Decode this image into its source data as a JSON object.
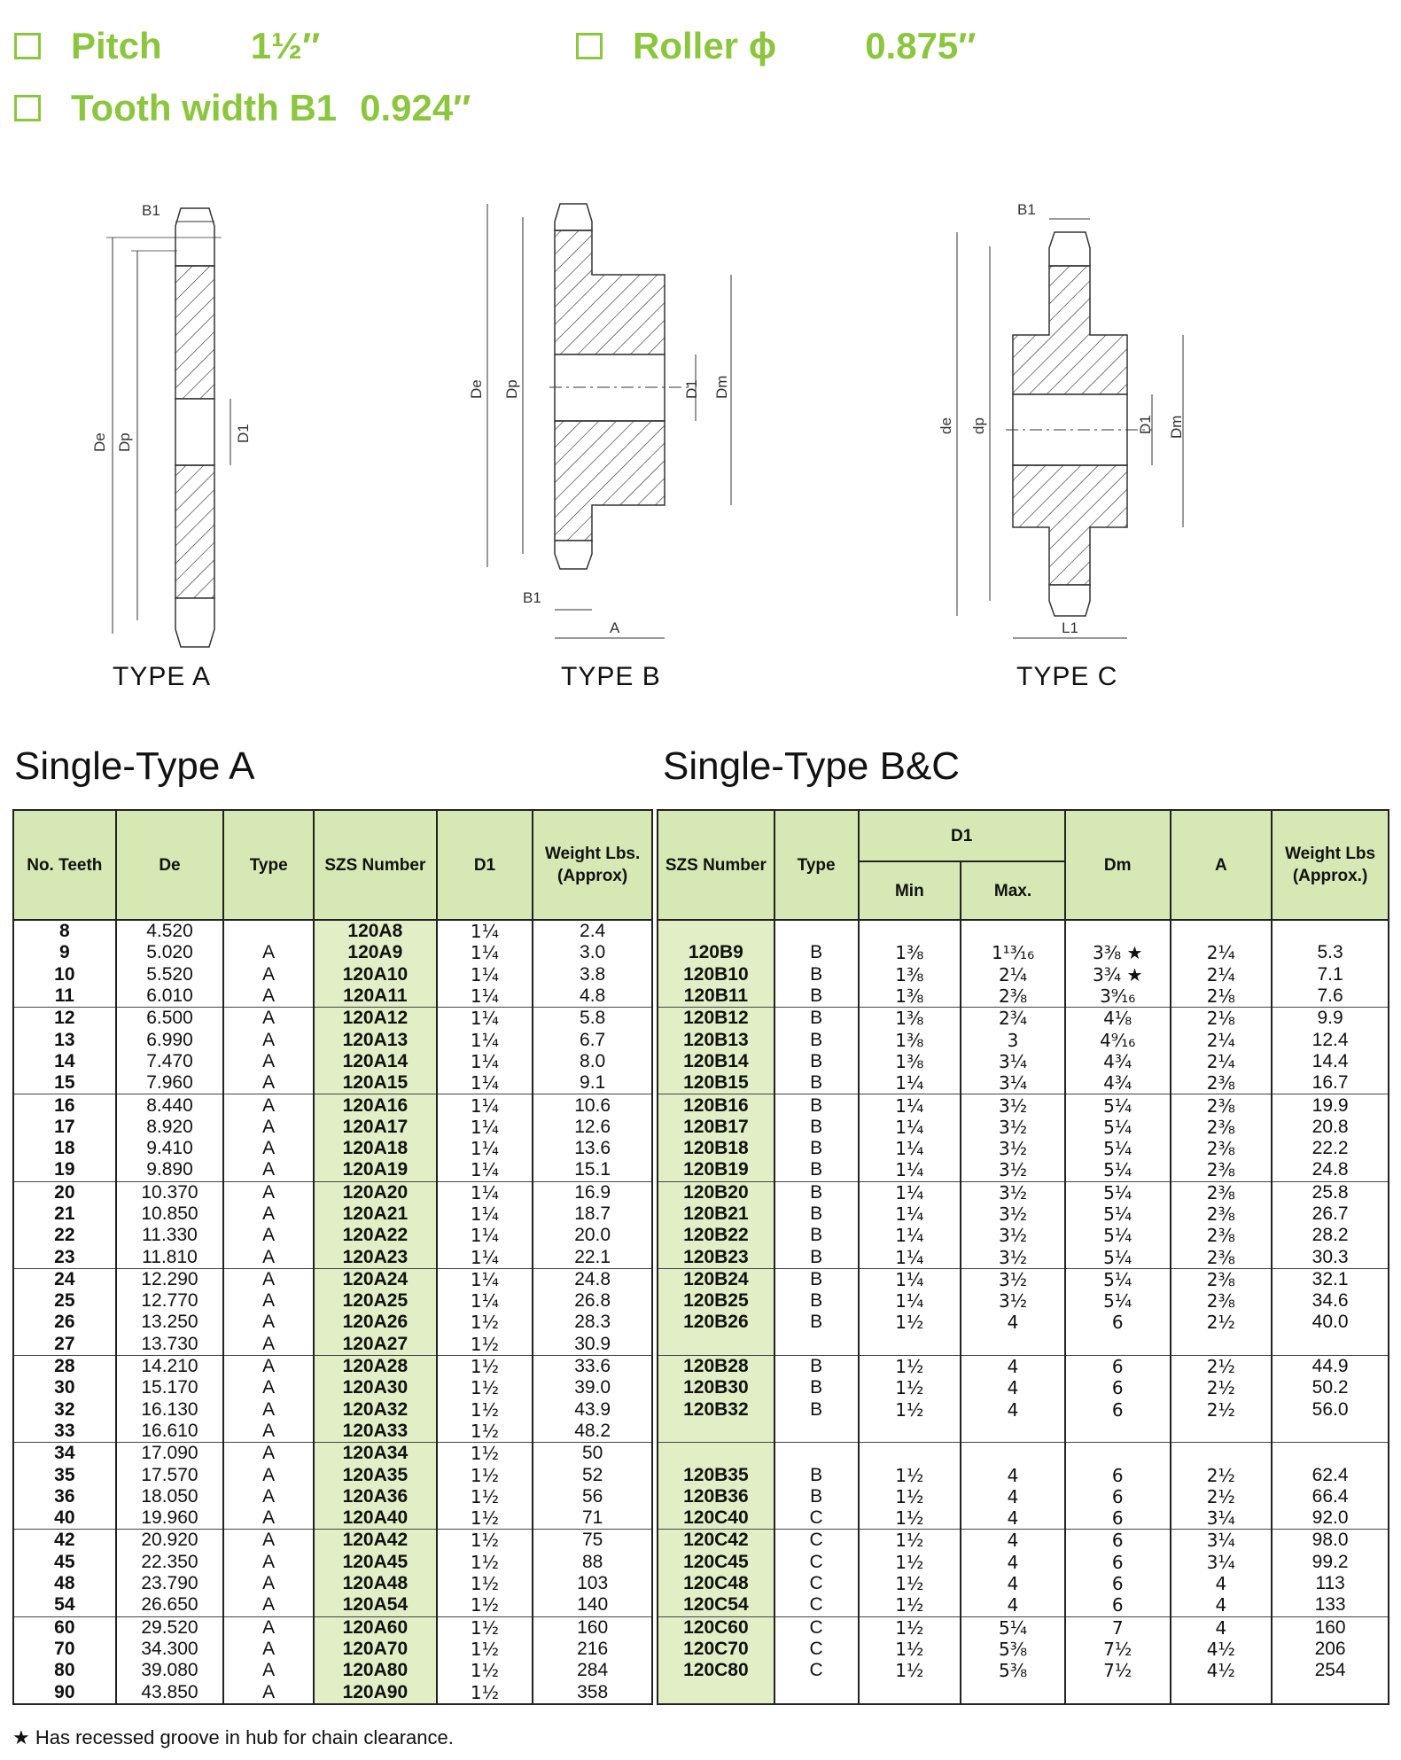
{
  "specs": {
    "pitch_label": "Pitch",
    "pitch_value": "1½″",
    "roller_label": "Roller ϕ",
    "roller_value": "0.875″",
    "tooth_width_label": "Tooth width B1",
    "tooth_width_value": "0.924″"
  },
  "diagrams": {
    "type_a_label": "TYPE A",
    "type_b_label": "TYPE B",
    "type_c_label": "TYPE C",
    "dim_labels": {
      "b1": "B1",
      "de": "De",
      "dp": "Dp",
      "d1": "D1",
      "dm": "Dm",
      "a": "A",
      "de_lower": "de",
      "dp_lower": "dp",
      "l1": "L1"
    }
  },
  "section_a_title": "Single-Type A",
  "section_bc_title": "Single-Type B&C",
  "table_a": {
    "headers": {
      "no_teeth": "No. Teeth",
      "de": "De",
      "type": "Type",
      "szs": "SZS Number",
      "d1": "D1",
      "weight": "Weight Lbs. (Approx)"
    },
    "rows": [
      [
        "8",
        "4.520",
        "",
        "120A8",
        "1¼",
        "2.4"
      ],
      [
        "9",
        "5.020",
        "A",
        "120A9",
        "1¼",
        "3.0"
      ],
      [
        "10",
        "5.520",
        "A",
        "120A10",
        "1¼",
        "3.8"
      ],
      [
        "11",
        "6.010",
        "A",
        "120A11",
        "1¼",
        "4.8"
      ],
      [
        "12",
        "6.500",
        "A",
        "120A12",
        "1¼",
        "5.8"
      ],
      [
        "13",
        "6.990",
        "A",
        "120A13",
        "1¼",
        "6.7"
      ],
      [
        "14",
        "7.470",
        "A",
        "120A14",
        "1¼",
        "8.0"
      ],
      [
        "15",
        "7.960",
        "A",
        "120A15",
        "1¼",
        "9.1"
      ],
      [
        "16",
        "8.440",
        "A",
        "120A16",
        "1¼",
        "10.6"
      ],
      [
        "17",
        "8.920",
        "A",
        "120A17",
        "1¼",
        "12.6"
      ],
      [
        "18",
        "9.410",
        "A",
        "120A18",
        "1¼",
        "13.6"
      ],
      [
        "19",
        "9.890",
        "A",
        "120A19",
        "1¼",
        "15.1"
      ],
      [
        "20",
        "10.370",
        "A",
        "120A20",
        "1¼",
        "16.9"
      ],
      [
        "21",
        "10.850",
        "A",
        "120A21",
        "1¼",
        "18.7"
      ],
      [
        "22",
        "11.330",
        "A",
        "120A22",
        "1¼",
        "20.0"
      ],
      [
        "23",
        "11.810",
        "A",
        "120A23",
        "1¼",
        "22.1"
      ],
      [
        "24",
        "12.290",
        "A",
        "120A24",
        "1¼",
        "24.8"
      ],
      [
        "25",
        "12.770",
        "A",
        "120A25",
        "1¼",
        "26.8"
      ],
      [
        "26",
        "13.250",
        "A",
        "120A26",
        "1½",
        "28.3"
      ],
      [
        "27",
        "13.730",
        "A",
        "120A27",
        "1½",
        "30.9"
      ],
      [
        "28",
        "14.210",
        "A",
        "120A28",
        "1½",
        "33.6"
      ],
      [
        "30",
        "15.170",
        "A",
        "120A30",
        "1½",
        "39.0"
      ],
      [
        "32",
        "16.130",
        "A",
        "120A32",
        "1½",
        "43.9"
      ],
      [
        "33",
        "16.610",
        "A",
        "120A33",
        "1½",
        "48.2"
      ],
      [
        "34",
        "17.090",
        "A",
        "120A34",
        "1½",
        "50"
      ],
      [
        "35",
        "17.570",
        "A",
        "120A35",
        "1½",
        "52"
      ],
      [
        "36",
        "18.050",
        "A",
        "120A36",
        "1½",
        "56"
      ],
      [
        "40",
        "19.960",
        "A",
        "120A40",
        "1½",
        "71"
      ],
      [
        "42",
        "20.920",
        "A",
        "120A42",
        "1½",
        "75"
      ],
      [
        "45",
        "22.350",
        "A",
        "120A45",
        "1½",
        "88"
      ],
      [
        "48",
        "23.790",
        "A",
        "120A48",
        "1½",
        "103"
      ],
      [
        "54",
        "26.650",
        "A",
        "120A54",
        "1½",
        "140"
      ],
      [
        "60",
        "29.520",
        "A",
        "120A60",
        "1½",
        "160"
      ],
      [
        "70",
        "34.300",
        "A",
        "120A70",
        "1½",
        "216"
      ],
      [
        "80",
        "39.080",
        "A",
        "120A80",
        "1½",
        "284"
      ],
      [
        "90",
        "43.850",
        "A",
        "120A90",
        "1½",
        "358"
      ]
    ]
  },
  "table_bc": {
    "headers": {
      "szs": "SZS Number",
      "type": "Type",
      "d1": "D1",
      "min": "Min",
      "max": "Max.",
      "dm": "Dm",
      "a": "A",
      "weight": "Weight Lbs (Approx.)"
    },
    "rows": [
      [
        "",
        "",
        "",
        "",
        "",
        "",
        ""
      ],
      [
        "120B9",
        "B",
        "1⅜",
        "1¹³⁄₁₆",
        "3⅜ ★",
        "2¼",
        "5.3"
      ],
      [
        "120B10",
        "B",
        "1⅜",
        "2¼",
        "3¾ ★",
        "2¼",
        "7.1"
      ],
      [
        "120B11",
        "B",
        "1⅜",
        "2⅜",
        "3⁹⁄₁₆",
        "2⅛",
        "7.6"
      ],
      [
        "120B12",
        "B",
        "1⅜",
        "2¾",
        "4⅛",
        "2⅛",
        "9.9"
      ],
      [
        "120B13",
        "B",
        "1⅜",
        "3",
        "4⁹⁄₁₆",
        "2¼",
        "12.4"
      ],
      [
        "120B14",
        "B",
        "1⅜",
        "3¼",
        "4¾",
        "2¼",
        "14.4"
      ],
      [
        "120B15",
        "B",
        "1¼",
        "3¼",
        "4¾",
        "2⅜",
        "16.7"
      ],
      [
        "120B16",
        "B",
        "1¼",
        "3½",
        "5¼",
        "2⅜",
        "19.9"
      ],
      [
        "120B17",
        "B",
        "1¼",
        "3½",
        "5¼",
        "2⅜",
        "20.8"
      ],
      [
        "120B18",
        "B",
        "1¼",
        "3½",
        "5¼",
        "2⅜",
        "22.2"
      ],
      [
        "120B19",
        "B",
        "1¼",
        "3½",
        "5¼",
        "2⅜",
        "24.8"
      ],
      [
        "120B20",
        "B",
        "1¼",
        "3½",
        "5¼",
        "2⅜",
        "25.8"
      ],
      [
        "120B21",
        "B",
        "1¼",
        "3½",
        "5¼",
        "2⅜",
        "26.7"
      ],
      [
        "120B22",
        "B",
        "1¼",
        "3½",
        "5¼",
        "2⅜",
        "28.2"
      ],
      [
        "120B23",
        "B",
        "1¼",
        "3½",
        "5¼",
        "2⅜",
        "30.3"
      ],
      [
        "120B24",
        "B",
        "1¼",
        "3½",
        "5¼",
        "2⅜",
        "32.1"
      ],
      [
        "120B25",
        "B",
        "1¼",
        "3½",
        "5¼",
        "2⅜",
        "34.6"
      ],
      [
        "120B26",
        "B",
        "1½",
        "4",
        "6",
        "2½",
        "40.0"
      ],
      [
        "",
        "",
        "",
        "",
        "",
        "",
        ""
      ],
      [
        "120B28",
        "B",
        "1½",
        "4",
        "6",
        "2½",
        "44.9"
      ],
      [
        "120B30",
        "B",
        "1½",
        "4",
        "6",
        "2½",
        "50.2"
      ],
      [
        "120B32",
        "B",
        "1½",
        "4",
        "6",
        "2½",
        "56.0"
      ],
      [
        "",
        "",
        "",
        "",
        "",
        "",
        ""
      ],
      [
        "",
        "",
        "",
        "",
        "",
        "",
        ""
      ],
      [
        "120B35",
        "B",
        "1½",
        "4",
        "6",
        "2½",
        "62.4"
      ],
      [
        "120B36",
        "B",
        "1½",
        "4",
        "6",
        "2½",
        "66.4"
      ],
      [
        "120C40",
        "C",
        "1½",
        "4",
        "6",
        "3¼",
        "92.0"
      ],
      [
        "120C42",
        "C",
        "1½",
        "4",
        "6",
        "3¼",
        "98.0"
      ],
      [
        "120C45",
        "C",
        "1½",
        "4",
        "6",
        "3¼",
        "99.2"
      ],
      [
        "120C48",
        "C",
        "1½",
        "4",
        "6",
        "4",
        "113"
      ],
      [
        "120C54",
        "C",
        "1½",
        "4",
        "6",
        "4",
        "133"
      ],
      [
        "120C60",
        "C",
        "1½",
        "5¼",
        "7",
        "4",
        "160"
      ],
      [
        "120C70",
        "C",
        "1½",
        "5⅜",
        "7½",
        "4½",
        "206"
      ],
      [
        "120C80",
        "C",
        "1½",
        "5⅜",
        "7½",
        "4½",
        "254"
      ],
      [
        "",
        "",
        "",
        "",
        "",
        "",
        ""
      ]
    ]
  },
  "footnote": "★ Has recessed groove in hub for chain clearance."
}
